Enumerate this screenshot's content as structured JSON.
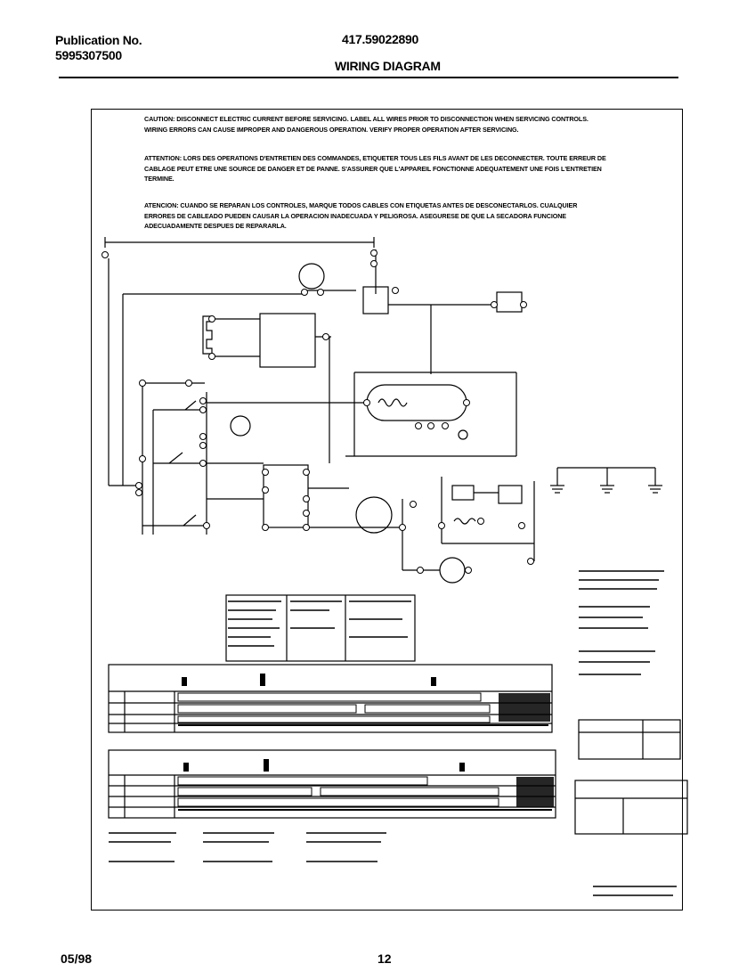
{
  "header": {
    "publication_label": "Publication No.",
    "publication_number": "5995307500",
    "model_number": "417.59022890",
    "title": "WIRING DIAGRAM"
  },
  "warnings": {
    "english": "CAUTION: DISCONNECT ELECTRIC CURRENT BEFORE SERVICING. LABEL ALL WIRES PRIOR TO DISCONNECTION WHEN SERVICING CONTROLS. WIRING ERRORS CAN CAUSE IMPROPER AND DANGEROUS OPERATION. VERIFY PROPER OPERATION AFTER SERVICING.",
    "french": "ATTENTION: LORS DES OPERATIONS D'ENTRETIEN DES COMMANDES, ETIQUETER TOUS LES FILS AVANT DE LES DECONNECTER. TOUTE ERREUR DE CABLAGE PEUT ETRE UNE SOURCE DE DANGER ET DE PANNE. S'ASSURER QUE L'APPAREIL FONCTIONNE ADEQUATEMENT UNE FOIS L'ENTRETIEN TERMINE.",
    "spanish": "ATENCION: CUANDO SE REPARAN LOS CONTROLES, MARQUE TODOS CABLES CON ETIQUETAS ANTES DE DESCONECTARLOS. CUALQUIER ERRORES DE CABLEADO PUEDEN CAUSAR LA OPERACION INADECUADA Y PELIGROSA. ASEGURESE DE QUE LA SECADORA FUNCIONE ADECUADAMENTE DESPUES DE REPARARLA."
  },
  "footer": {
    "date": "05/98",
    "page": "12"
  }
}
